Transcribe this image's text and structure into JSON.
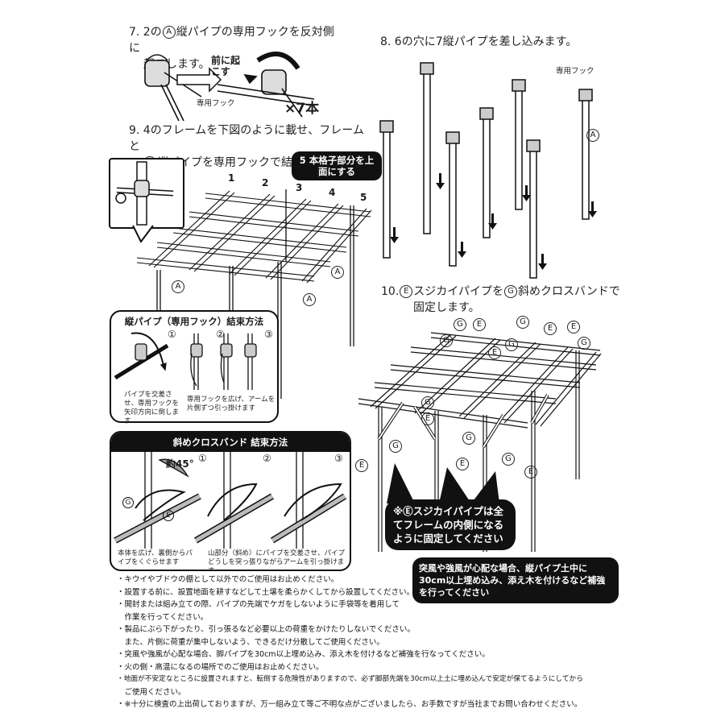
{
  "step7": {
    "line1": "7. 2の",
    "circle": "A",
    "line1b": "縦パイプの専用フックを反対側に",
    "line2": "起こします。",
    "caption_hook": "専用フック",
    "caption_raise": "前に起こす",
    "count": "×7本"
  },
  "step8": {
    "text": "8. 6の穴に7縦パイプを差し込みます。",
    "caption_hook": "専用フック",
    "label": "A"
  },
  "step9": {
    "line1": "9. 4のフレームを下図のように載せ、フレームと",
    "circle": "A",
    "line2": "縦パイプを専用フックで結束します。",
    "callout": "5 本格子部分を上面にする",
    "numbers": [
      "1",
      "2",
      "3",
      "4",
      "5"
    ],
    "labels": [
      "A",
      "A",
      "A"
    ]
  },
  "step10": {
    "line1_pre": "10.",
    "circle_e": "E",
    "line1_mid": "スジカイパイプを",
    "circle_g": "G",
    "line1_post": "斜めクロスバンドで",
    "line2": "固定します。",
    "g_labels": [
      "G",
      "G",
      "G",
      "G",
      "G",
      "G",
      "G",
      "G",
      "G"
    ],
    "e_labels": [
      "E",
      "E",
      "E",
      "E",
      "E",
      "E",
      "E",
      "E"
    ],
    "callout_note": "※Ⓔスジカイパイプは全てフレームの内側になるように固定してください",
    "callout_wind": "突風や強風が心配な場合、縦パイプ土中に30cm以上埋め込み、添え木を付けるなど補強を行ってください"
  },
  "panel_hook": {
    "title": "縦パイプ（専用フック）結束方法",
    "steps": [
      "①",
      "②",
      "③"
    ],
    "caption1": "パイプを交差させ、専用フックを矢印方向に倒します",
    "caption2": "専用フックを広げ、アームを片側ずつ引っ掛けます"
  },
  "panel_band": {
    "title": "斜めクロスバンド 結束方法",
    "angle": "約45°",
    "steps": [
      "①",
      "②",
      "③"
    ],
    "g": "G",
    "e": "E",
    "caption1": "本体を広げ、裏側からパイプをくぐらせます",
    "caption2": "山部分（斜め）にパイプを交差させ、パイプどうしを突っ張りながらアームを引っ掛けます"
  },
  "notes": [
    "・キウイやブドウの棚として以外でのご使用はお止めください。",
    "・設置する前に、設置地面を耕すなどして土壌を柔らかくしてから設置してください。",
    "・開封または組み立ての際、パイプの先端でケガをしないように手袋等を着用して",
    "　作業を行ってください。",
    "・製品にぶら下がったり、引っ張るなど必要以上の荷重をかけたりしないでください。",
    "　また、片側に荷重が集中しないよう、できるだけ分散してご使用ください。",
    "・突風や強風が心配な場合、脚パイプを30cm以上埋め込み、添え木を付けるなど補強を行なってください。",
    "・火の側・高温になるの場所でのご使用はお止めください。",
    "・地面が不安定なところに設置されますと、転倒する危険性がありますので、必ず脚部先端を30cm以上土に埋め込んで安定が保てるようにしてから",
    "　ご使用ください。",
    "・※十分に検査の上出荷しておりますが、万一組み立て等ご不明な点がございましたら、お手数ですが当社までお問い合わせください。"
  ]
}
